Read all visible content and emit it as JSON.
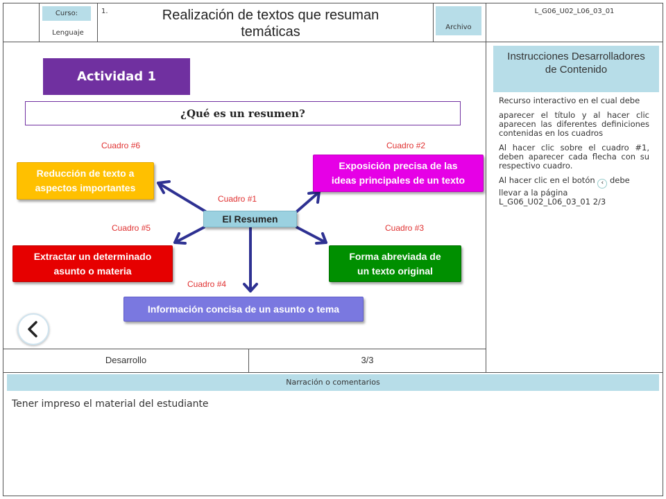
{
  "header": {
    "curso_label": "Curso:",
    "curso_value": "Lenguaje",
    "grade": "1.",
    "title_line1": "Realización de textos que resuman",
    "title_line2": "temáticas",
    "archivo_label": "Archivo",
    "code": "L_G06_U02_L06_03_01"
  },
  "activity": {
    "badge": "Actividad 1",
    "question": "¿Qué es un resumen?"
  },
  "diagram": {
    "center": "El Resumen",
    "labels": {
      "c1": "Cuadro #1",
      "c2": "Cuadro #2",
      "c3": "Cuadro #3",
      "c4": "Cuadro #4",
      "c5": "Cuadro #5",
      "c6": "Cuadro #6"
    },
    "boxes": {
      "b2_l1": "Exposición precisa de las",
      "b2_l2": "ideas principales de un texto",
      "b3_l1": "Forma abreviada de",
      "b3_l2": "un texto original",
      "b4": "Información concisa de un asunto o tema",
      "b5_l1": "Extractar un determinado",
      "b5_l2": "asunto o materia",
      "b6_l1": "Reducción de texto a",
      "b6_l2": "aspectos importantes"
    }
  },
  "footer_row": {
    "desarrollo": "Desarrollo",
    "page": "3/3"
  },
  "instructions": {
    "title": "Instrucciones Desarrolladores de Contenido",
    "p1": "Recurso interactivo en el cual debe",
    "p2": "aparecer el título y al hacer clic aparecen las diferentes definiciones contenidas en los cuadros",
    "p3": "Al hacer clic sobre el cuadro #1, deben aparecer cada flecha con su respectivo cuadro.",
    "p4a": "Al hacer clic en el botón",
    "p4b": "debe llevar a la página L_G06_U02_L06_03_01 2/3"
  },
  "narration": {
    "header": "Narración o comentarios",
    "text": "Tener impreso el material del estudiante"
  },
  "colors": {
    "purple_badge": "#7030a0",
    "magenta": "#e600e6",
    "green": "#008f00",
    "red": "#e60000",
    "yellow": "#ffc000",
    "periwinkle": "#7a78e0",
    "center_box": "#9bd1e0",
    "arrow": "#2e3192",
    "light_blue": "#b7dde8"
  }
}
